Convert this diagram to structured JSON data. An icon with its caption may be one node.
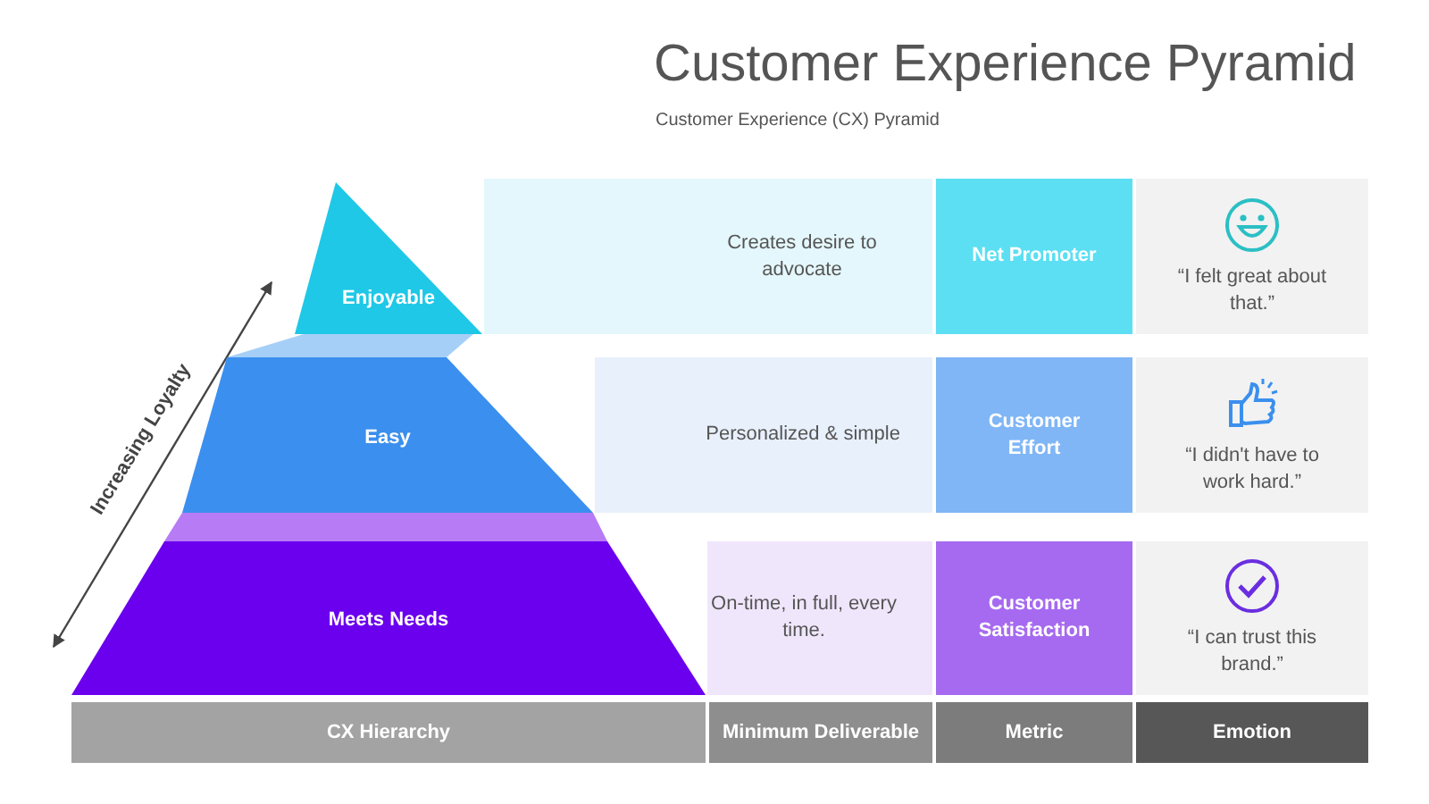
{
  "diagram": {
    "title": "Customer Experience Pyramid",
    "caption": "Customer Experience (CX) Pyramid",
    "nodes": [
      {
        "text": [
          "Enjoyable"
        ]
      },
      {
        "text": [
          "Creates desire to advocate"
        ]
      },
      {
        "text": [
          "Net Promoter"
        ]
      },
      {
        "text": [
          "“I felt great about that.”"
        ]
      },
      {
        "text": [
          "Easy"
        ]
      },
      {
        "text": [
          "Personalized & simple"
        ]
      },
      {
        "text": [
          "Customer Effort"
        ]
      },
      {
        "text": [
          "“I didn't have to work hard.”"
        ]
      },
      {
        "text": [
          "Meets Needs"
        ]
      },
      {
        "text": [
          "On-time, in full, every time."
        ]
      },
      {
        "text": [
          "Customer Satisfaction"
        ]
      },
      {
        "text": [
          "“I can trust this brand.”"
        ]
      },
      {
        "text": [
          "CX Hierarchy"
        ]
      },
      {
        "text": [
          "Minimum Deliverable"
        ]
      },
      {
        "text": [
          "Metric"
        ]
      },
      {
        "text": [
          "Emotion"
        ]
      }
    ],
    "labels": [
      "Increasing Loyalty"
    ]
  }
}
